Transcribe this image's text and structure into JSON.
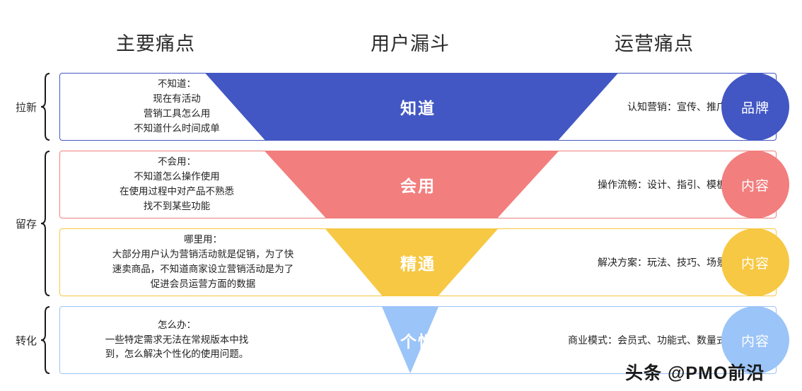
{
  "headers": [
    {
      "label": "主要痛点"
    },
    {
      "label": "用户漏斗"
    },
    {
      "label": "运营痛点"
    }
  ],
  "stage_brackets": [
    {
      "label": "拉新"
    },
    {
      "label": "留存"
    },
    {
      "label": "转化"
    }
  ],
  "rows": [
    {
      "stage": "知道",
      "color": "#4257C4",
      "pain_title": "不知道：",
      "pain_lines": [
        "现在有活动",
        "营销工具怎么用",
        "不知道什么时间成单"
      ],
      "ops_text": "认知营销：宣传、推广",
      "circle_label": "品牌"
    },
    {
      "stage": "会用",
      "color": "#F27E7E",
      "pain_title": "不会用：",
      "pain_lines": [
        "不知道怎么操作使用",
        "在使用过程中对产品不熟悉",
        "找不到某些功能"
      ],
      "ops_text": "操作流畅：设计、指引、模板",
      "circle_label": "内容"
    },
    {
      "stage": "精通",
      "color": "#F7C843",
      "pain_title": "哪里用：",
      "pain_lines": [
        "大部分用户认为营销活动就是促销，为了快",
        "速卖商品，不知道商家设立营销活动是为了",
        "促进会员运营方面的数据"
      ],
      "ops_text": "解决方案：玩法、技巧、场景",
      "circle_label": "内容"
    },
    {
      "stage": "个性",
      "color": "#9BC4F8",
      "pain_title": "怎么办：",
      "pain_lines": [
        "一些特定需求无法在常规版本中找",
        "到，怎么解决个性化的使用问题。"
      ],
      "ops_text": "商业模式：会员式、功能式、数量式",
      "circle_label": "内容"
    }
  ],
  "watermark": "头条 @PMO前沿"
}
